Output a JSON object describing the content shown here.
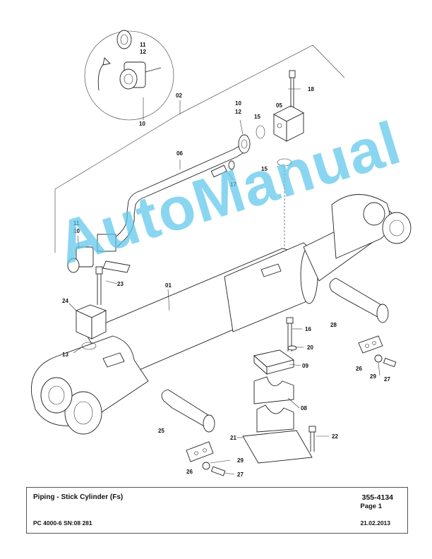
{
  "watermark": "AutoManual",
  "callouts": {
    "c11a": "11",
    "c12a": "12",
    "c10a": "10",
    "c02": "02",
    "c18": "18",
    "c10b": "10",
    "c12b": "12",
    "c05": "05",
    "c15a": "15",
    "c06": "06",
    "c15b": "15",
    "c17": "17",
    "c11b": "11",
    "c10c": "10",
    "c23": "23",
    "c01": "01",
    "c24": "24",
    "c16": "16",
    "c28": "28",
    "c20": "20",
    "c13": "13",
    "c09": "09",
    "c26a": "26",
    "c29a": "29",
    "c27a": "27",
    "c08": "08",
    "c25": "25",
    "c21": "21",
    "c22": "22",
    "c29b": "29",
    "c26b": "26",
    "c27b": "27"
  },
  "title_block": {
    "title": "Piping - Stick Cylinder (Fs)",
    "doc_number": "355-4134",
    "page": "Page 1",
    "model": "PC 4000-6 SN:08 281",
    "date": "21.02.2013"
  }
}
